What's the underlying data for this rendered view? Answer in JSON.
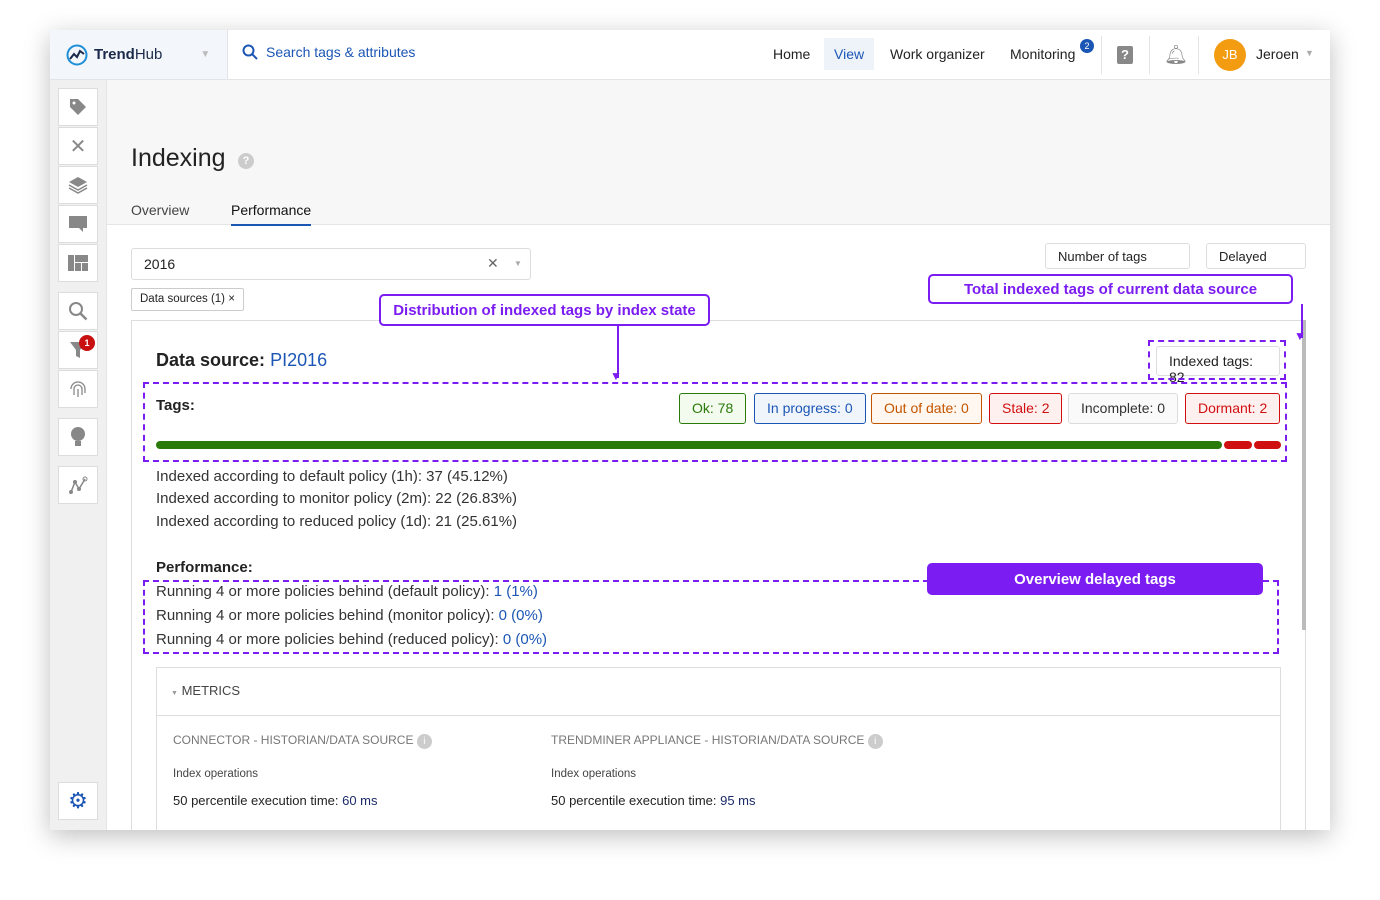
{
  "header": {
    "brand_a": "Trend",
    "brand_b": "Hub",
    "search_placeholder": "Search tags & attributes",
    "nav": [
      "Home",
      "View",
      "Work organizer",
      "Monitoring"
    ],
    "monitoring_badge": "2",
    "user_initials": "JB",
    "user_name": "Jeroen"
  },
  "sidebar": {
    "icons": [
      "tag-icon",
      "formula-icon",
      "layers-icon",
      "comment-icon",
      "dashboard-icon",
      "search-icon",
      "filter-icon",
      "fingerprint-icon",
      "lightbulb-icon",
      "graph-icon",
      "gear-icon"
    ],
    "filter_badge": "1"
  },
  "page": {
    "title": "Indexing",
    "tabs": [
      "Overview",
      "Performance"
    ],
    "active_tab": "Performance",
    "filter_value": "2016",
    "chip": "Data sources (1) ×",
    "sort_buttons": [
      "Number of tags",
      "Delayed"
    ]
  },
  "datasource": {
    "label": "Data source:",
    "name": "PI2016",
    "indexed_tags": "Indexed tags: 82",
    "tags_label": "Tags:",
    "states": [
      {
        "label": "Ok: 78",
        "color": "#2a7a0a",
        "value": 78
      },
      {
        "label": "In progress: 0",
        "color": "#1b56b5",
        "value": 0
      },
      {
        "label": "Out of date: 0",
        "color": "#c45500",
        "value": 0
      },
      {
        "label": "Stale: 2",
        "color": "#d01010",
        "value": 2
      },
      {
        "label": "Incomplete: 0",
        "color": "#333333",
        "value": 0
      },
      {
        "label": "Dormant: 2",
        "color": "#d01010",
        "value": 2
      }
    ],
    "policies": [
      "Indexed according to default policy (1h): 37 (45.12%)",
      "Indexed according to monitor policy (2m): 22 (26.83%)",
      "Indexed according to reduced policy (1d): 21 (25.61%)"
    ],
    "performance_label": "Performance:",
    "performance": [
      {
        "text": "Running 4 or more policies behind (default policy): ",
        "value": "1 (1%)"
      },
      {
        "text": "Running 4 or more policies behind (monitor policy): ",
        "value": "0 (0%)"
      },
      {
        "text": "Running 4 or more policies behind (reduced policy): ",
        "value": "0 (0%)"
      }
    ]
  },
  "metrics": {
    "title": "METRICS",
    "cols": [
      {
        "heading": "CONNECTOR - HISTORIAN/DATA SOURCE",
        "sub": "Index operations",
        "stat": "50 percentile execution time: ",
        "value": "60 ms"
      },
      {
        "heading": "TRENDMINER APPLIANCE - HISTORIAN/DATA SOURCE",
        "sub": "Index operations",
        "stat": "50 percentile execution time: ",
        "value": "95 ms"
      }
    ]
  },
  "annotations": {
    "distribution": "Distribution of indexed tags by index state",
    "total": "Total indexed tags of current data source",
    "delayed": "Overview delayed tags"
  },
  "colors": {
    "accent": "#1b56b5",
    "annotation": "#7b1cf2",
    "ok": "#2a7a0a",
    "alert": "#d01010"
  }
}
